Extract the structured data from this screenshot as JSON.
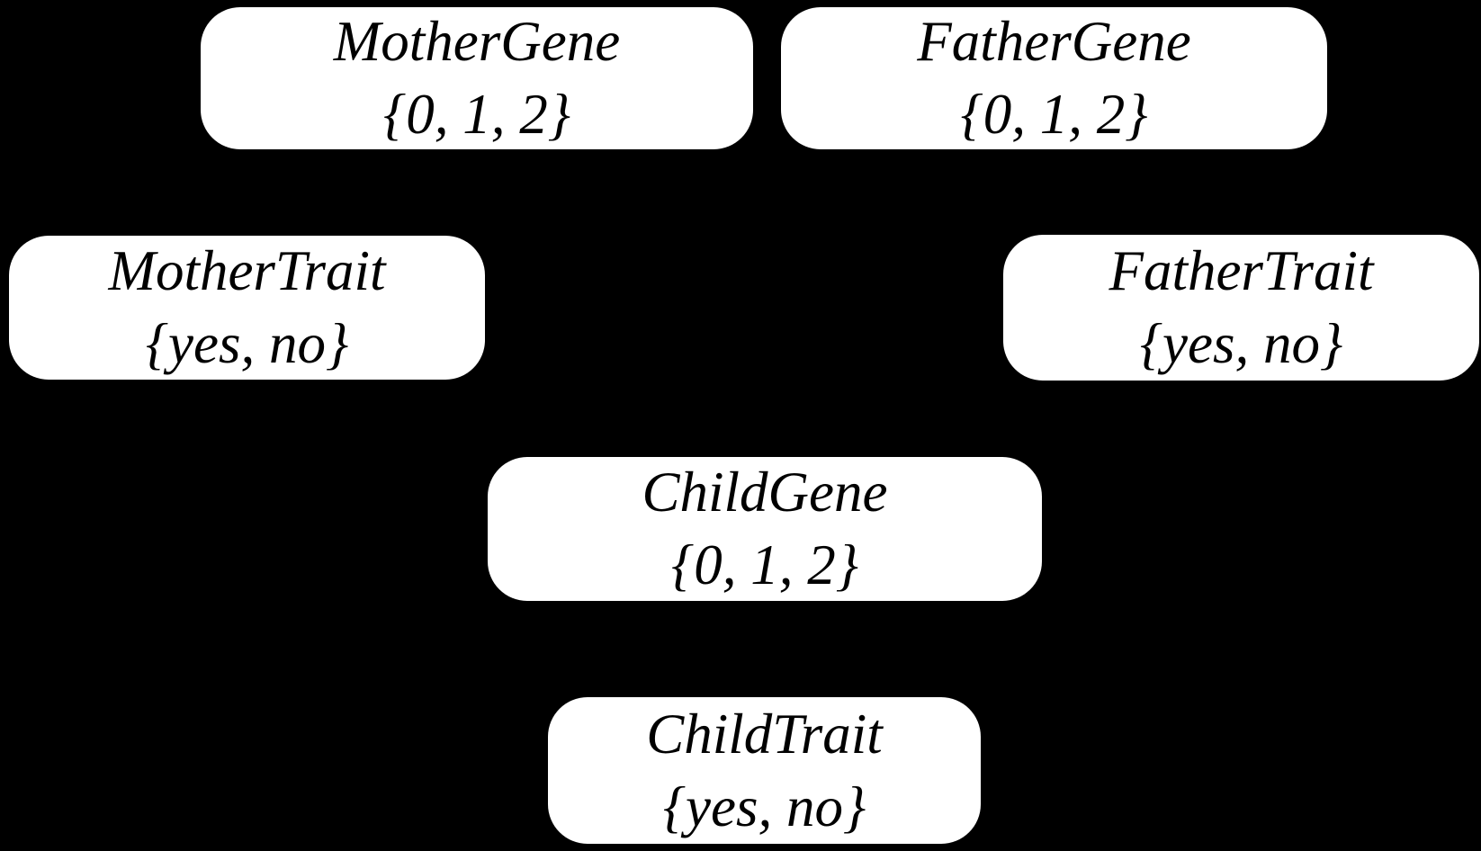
{
  "diagram": {
    "type": "bayesian-network",
    "background_color": "#000000",
    "node_fill_color": "#ffffff",
    "node_text_color": "#000000",
    "edges_visible": false
  },
  "nodes": [
    {
      "id": "mother-gene",
      "label": "MotherGene",
      "values": "{0, 1, 2}"
    },
    {
      "id": "father-gene",
      "label": "FatherGene",
      "values": "{0, 1, 2}"
    },
    {
      "id": "mother-trait",
      "label": "MotherTrait",
      "values": "{yes, no}"
    },
    {
      "id": "father-trait",
      "label": "FatherTrait",
      "values": "{yes, no}"
    },
    {
      "id": "child-gene",
      "label": "ChildGene",
      "values": "{0, 1, 2}"
    },
    {
      "id": "child-trait",
      "label": "ChildTrait",
      "values": "{yes, no}"
    }
  ]
}
